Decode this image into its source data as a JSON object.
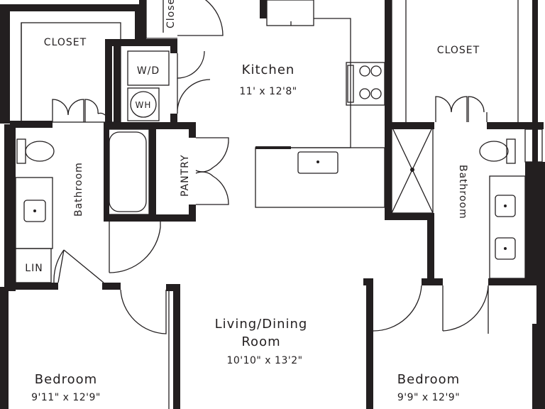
{
  "rooms": {
    "kitchen": {
      "name": "Kitchen",
      "dims": "11' x 12'8\""
    },
    "living": {
      "name_line1": "Living/Dining",
      "name_line2": "Room",
      "dims": "10'10\" x 13'2\""
    },
    "bedroom_left": {
      "name": "Bedroom",
      "dims": "9'11\" x 12'9\""
    },
    "bedroom_right": {
      "name": "Bedroom",
      "dims": "9'9\" x 12'9\""
    },
    "closet_left": {
      "name": "CLOSET"
    },
    "closet_right": {
      "name": "CLOSET"
    },
    "closet_top": {
      "name": "Closet"
    },
    "bathroom_left": {
      "name": "Bathroom"
    },
    "bathroom_right": {
      "name": "Bathroom"
    },
    "pantry": {
      "name": "PANTRY"
    },
    "linen": {
      "name": "LIN"
    },
    "washer_dryer": {
      "name": "W/D"
    },
    "water_heater": {
      "name": "WH"
    }
  }
}
